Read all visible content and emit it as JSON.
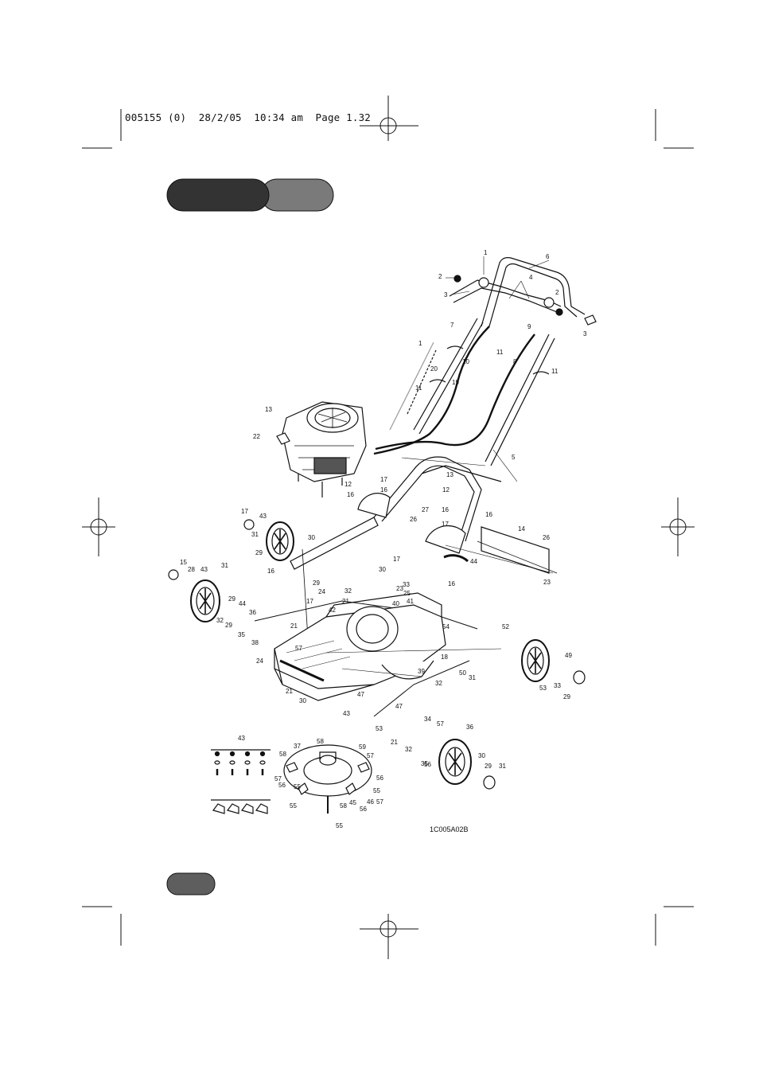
{
  "print_slug": "005155 (0)  28/2/05  10:34 am  Page 1.32",
  "drawing_code": "1C005A02B",
  "colors": {
    "tab_dark": "#333333",
    "tab_light": "#7a7a7a",
    "page_badge": "#5e5e5e",
    "line": "#111111"
  },
  "callouts": [
    "1",
    "2",
    "3",
    "4",
    "6",
    "2",
    "3",
    "1",
    "7",
    "11",
    "8",
    "9",
    "10",
    "19",
    "20",
    "11",
    "11",
    "13",
    "22",
    "5",
    "13",
    "12",
    "12",
    "16",
    "17",
    "16",
    "17",
    "43",
    "31",
    "29",
    "30",
    "16",
    "14",
    "26",
    "27",
    "26",
    "16",
    "17",
    "16",
    "17",
    "44",
    "23",
    "15",
    "28",
    "43",
    "31",
    "29",
    "30",
    "29",
    "24",
    "32",
    "21",
    "16",
    "17",
    "23",
    "33",
    "25",
    "41",
    "42",
    "40",
    "44",
    "52",
    "32",
    "29",
    "35",
    "36",
    "38",
    "21",
    "57",
    "54",
    "18",
    "24",
    "39",
    "49",
    "50",
    "31",
    "21",
    "32",
    "47",
    "33",
    "53",
    "29",
    "30",
    "43",
    "47",
    "53",
    "34",
    "57",
    "21",
    "32",
    "36",
    "35",
    "30",
    "29",
    "31",
    "43",
    "37",
    "58",
    "59",
    "58",
    "57",
    "57",
    "56",
    "56",
    "55",
    "55",
    "57",
    "55",
    "58",
    "45",
    "56",
    "55",
    "46",
    "56",
    "29"
  ],
  "icons": [
    "crop-mark",
    "registration-mark"
  ]
}
